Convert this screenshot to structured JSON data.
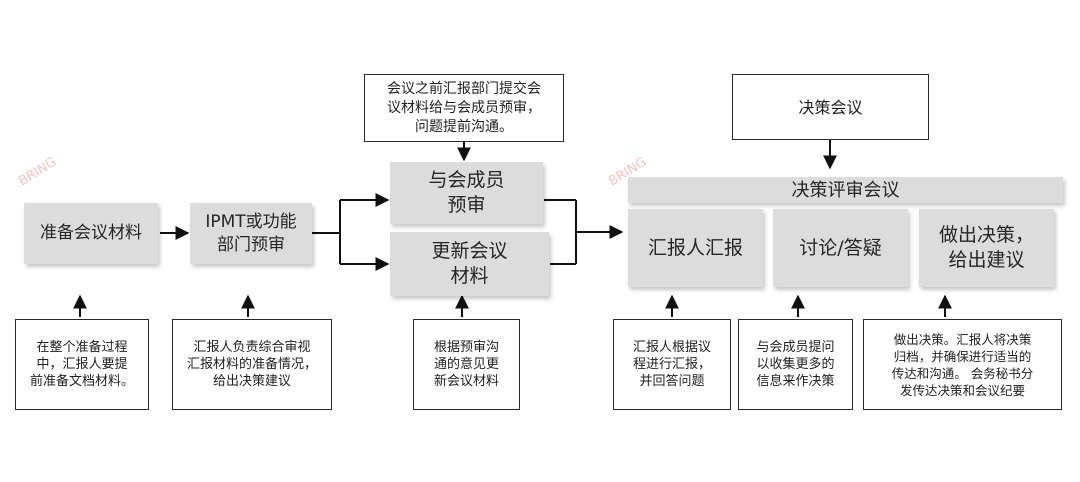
{
  "watermarks": [
    "BRING",
    "BRING"
  ],
  "steps": {
    "prepare": "准备会议材料",
    "ipmt_review": "IPMT或功能\n部门预审",
    "member_pre_review": "与会成员\n预审",
    "update_materials": "更新会议\n材料",
    "decision_meeting_header": "决策评审会议",
    "report": "汇报人汇报",
    "discuss": "讨论/答疑",
    "decide": "做出决策，\n给出建议"
  },
  "notes": {
    "top_pre_meeting": "会议之前汇报部门提交会\n议材料给与会成员预审，\n问题提前沟通。",
    "decision_meeting": "决策会议",
    "prepare_note": "在整个准备过程\n中，汇报人要提\n前准备文档材料。",
    "ipmt_note": "汇报人负责综合审视\n汇报材料的准备情况，\n给出决策建议",
    "update_note": "根据预审沟\n通的意见更\n新会议材料",
    "report_note": "汇报人根据议\n程进行汇报，\n并回答问题",
    "discuss_note": "与会成员提问\n以收集更多的\n信息来作决策",
    "decide_note": "做出决策。汇报人将决策\n归档，并确保进行适当的\n传达和沟通。 会务秘书分\n发传达决策和会议纪要"
  },
  "colors": {
    "box_fill": "#dcdcdc",
    "line": "#111111",
    "watermark": "#f2c4c4"
  }
}
